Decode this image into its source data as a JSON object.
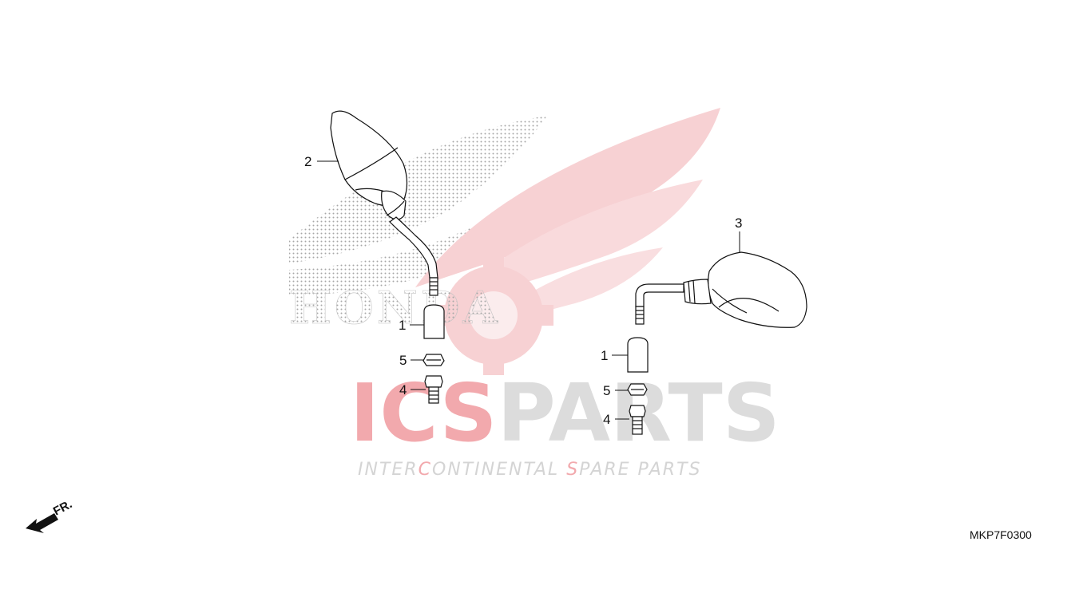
{
  "watermark": {
    "brand_red": "ICS",
    "brand_gray": "PARTS",
    "tagline_parts": [
      {
        "text": "INTER",
        "color": "gray"
      },
      {
        "text": "C",
        "color": "red"
      },
      {
        "text": "ONTINENTAL ",
        "color": "gray"
      },
      {
        "text": "S",
        "color": "red"
      },
      {
        "text": "PARE PARTS",
        "color": "gray"
      }
    ],
    "honda_text": "HONDA",
    "red": "#e8404a",
    "gray": "#cfcfcf"
  },
  "callouts": {
    "left": {
      "part2": "2",
      "part1": "1",
      "part5": "5",
      "part4": "4"
    },
    "right": {
      "part3": "3",
      "part1": "1",
      "part5": "5",
      "part4": "4"
    }
  },
  "direction": {
    "label": "FR.",
    "icon": "front-arrow-icon"
  },
  "diagram_code": "MKP7F0300"
}
